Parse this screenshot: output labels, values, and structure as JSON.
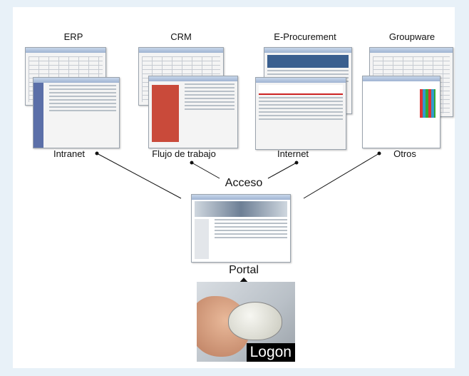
{
  "systems": [
    {
      "label": "ERP"
    },
    {
      "label": "CRM"
    },
    {
      "label": "E-Procurement"
    },
    {
      "label": "Groupware"
    }
  ],
  "channels": [
    {
      "label": "Intranet"
    },
    {
      "label": "Flujo de trabajo"
    },
    {
      "label": "Internet"
    },
    {
      "label": "Otros"
    }
  ],
  "access_label": "Acceso",
  "portal_label": "Portal",
  "logon_label": "Logon",
  "colors": {
    "background": "#e8f1f8",
    "panel": "#ffffff",
    "line": "#111111",
    "logon_bg": "#000000"
  }
}
